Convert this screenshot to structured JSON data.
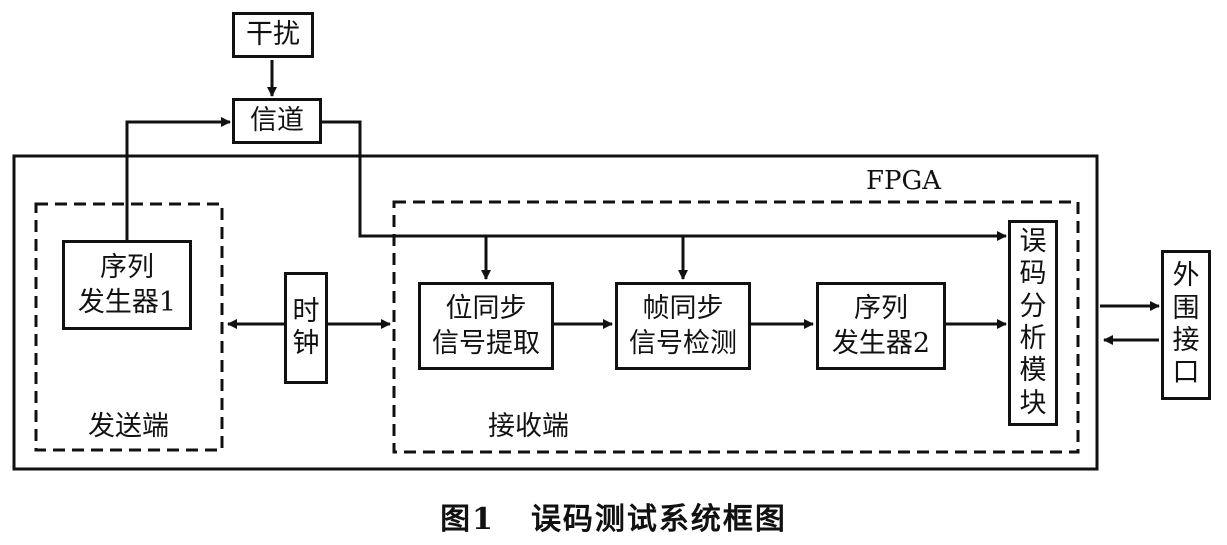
{
  "nodes": {
    "interference": "干扰",
    "channel": "信道",
    "seq_gen1": "序列\n发生器1",
    "clock": "时\n钟",
    "bit_sync": "位同步\n信号提取",
    "frame_sync": "帧同步\n信号检测",
    "seq_gen2": "序列\n发生器2",
    "error_analysis": "误\n码\n分\n析\n模\n块",
    "peripheral": "外\n围\n接\n口"
  },
  "regions": {
    "fpga": "FPGA",
    "transmitter": "发送端",
    "receiver": "接收端"
  },
  "caption": {
    "number": "图1",
    "title": "误码测试系统框图"
  }
}
